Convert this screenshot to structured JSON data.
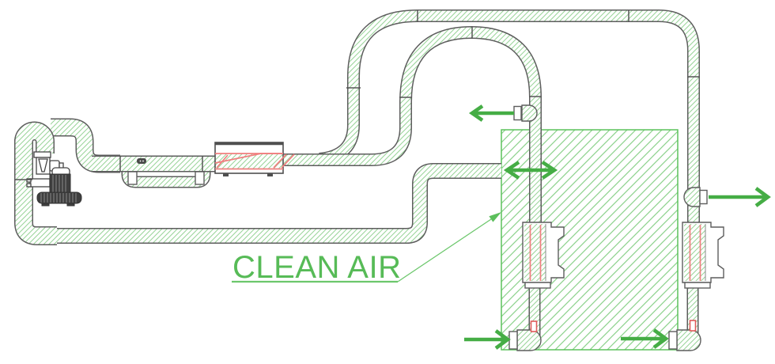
{
  "diagram": {
    "label": "CLEAN AIR",
    "kind": "duct-system-schematic",
    "annotation": {
      "text": "CLEAN AIR",
      "points_to": "clean-air-chamber"
    },
    "colors": {
      "duct_hatch_green": "#99d499",
      "chamber_hatch_green": "#8cd28c",
      "chamber_border_green": "#5cc25c",
      "arrow_green": "#45ad45",
      "label_green": "#57bb57",
      "accent_red": "#f07f7f",
      "sensor_red": "#e05a5a",
      "outline_gray": "#5d5d5d",
      "machine_dark": "#3f3f3f",
      "background": "#ffffff"
    },
    "arrows": [
      {
        "name": "outlet-left-arrow",
        "direction": "left"
      },
      {
        "name": "chamber-bidirectional-arrow",
        "direction": "left-right"
      },
      {
        "name": "outlet-right-arrow",
        "direction": "right"
      },
      {
        "name": "inlet-bottom-left-arrow",
        "direction": "right"
      },
      {
        "name": "inlet-bottom-right-arrow",
        "direction": "right"
      }
    ],
    "components": [
      "vacuum-pump-unit",
      "shutoff-valve",
      "return-loop-duct",
      "bypass-loop",
      "inline-filter-silencer",
      "overhead-duct-run",
      "inner-duct-arch",
      "clean-air-chamber",
      "filter-cartridge-left",
      "filter-cartridge-right",
      "inlet-nozzle-left",
      "inlet-nozzle-right",
      "outlet-nozzle-left",
      "outlet-nozzle-right"
    ]
  }
}
